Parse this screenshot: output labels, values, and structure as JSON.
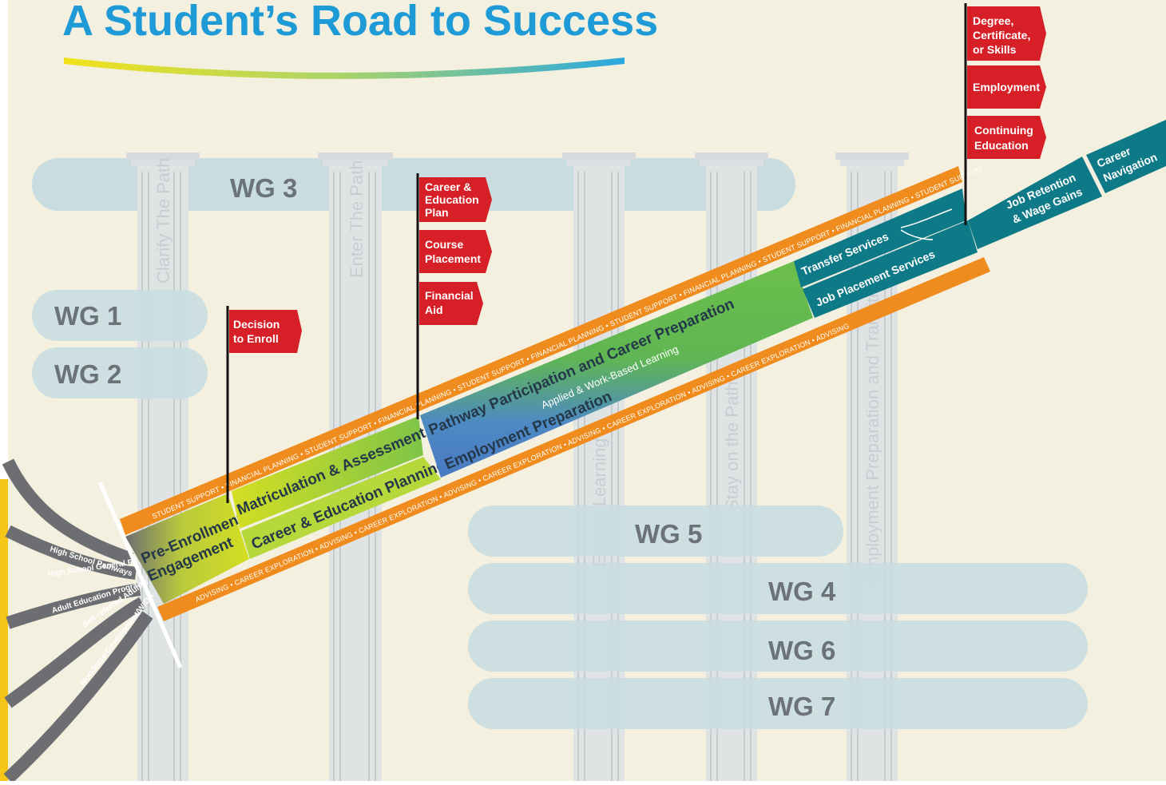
{
  "title": "A Student’s Road to Success",
  "pillars": [
    {
      "label": "Clarify The Path"
    },
    {
      "label": "Enter The Path"
    },
    {
      "label": "Ensure Learning"
    },
    {
      "label": "Stay on the Path"
    },
    {
      "label": "Employment Preparation and Transition"
    }
  ],
  "workgroups": [
    {
      "label": "WG 3"
    },
    {
      "label": "WG 1"
    },
    {
      "label": "WG 2"
    },
    {
      "label": "WG 5"
    },
    {
      "label": "WG 4"
    },
    {
      "label": "WG 6"
    },
    {
      "label": "WG 7"
    }
  ],
  "road": {
    "strip_top": "STUDENT SUPPORT • FINANCIAL PLANNING • STUDENT SUPPORT • FINANCIAL PLANNING • STUDENT SUPPORT • FINANCIAL PLANNING • STUDENT SUPPORT • FINANCIAL PLANNING • STUDENT SUPPORT • FINANCIAL PLANNING • STUDENT SUPPORT",
    "strip_bottom": "ADVISING • CAREER EXPLORATION • ADVISING • CAREER EXPLORATION • ADVISING • CAREER EXPLORATION • ADVISING • CAREER EXPLORATION • ADVISING • CAREER EXPLORATION • ADVISING",
    "pre_enrollment": [
      "Pre-Enrollment",
      "Engagement"
    ],
    "matriculation": "Matriculation & Assessment",
    "career_planning": "Career & Education Planning",
    "pathway": "Pathway Participation and Career Preparation",
    "applied": "Applied & Work-Based Learning",
    "employment_prep": "Employment Preparation",
    "transfer": "Transfer Services",
    "job_placement": "Job Placement Services",
    "job_retention": [
      "Job Retention",
      "& Wage Gains"
    ],
    "career_navigation": [
      "Career",
      "Navigation"
    ]
  },
  "entry_points": [
    "High School Pathways",
    "High School General Ed.",
    "Adult Education Programs",
    "Self-referred Adults",
    "Workforce Development/WIOA"
  ],
  "flags": {
    "decision": [
      "Decision",
      "to Enroll"
    ],
    "career_plan": [
      "Career &",
      "Education",
      "Plan"
    ],
    "course": [
      "Course",
      "Placement"
    ],
    "aid": [
      "Financial",
      "Aid"
    ],
    "degree": [
      "Degree,",
      "Certificate,",
      "or Skills"
    ],
    "employment": [
      "Employment"
    ],
    "continuing": [
      "Continuing",
      "Education"
    ]
  },
  "colors": {
    "background": "#f3f0e0",
    "title": "#1e9bd7",
    "wg_band": "#c9dde0",
    "flag_red": "#d71f27",
    "orange": "#f08c1e",
    "green": "#6cbf4a",
    "lime": "#d4de23",
    "blue": "#4a79c2",
    "teal": "#0f7a87"
  }
}
